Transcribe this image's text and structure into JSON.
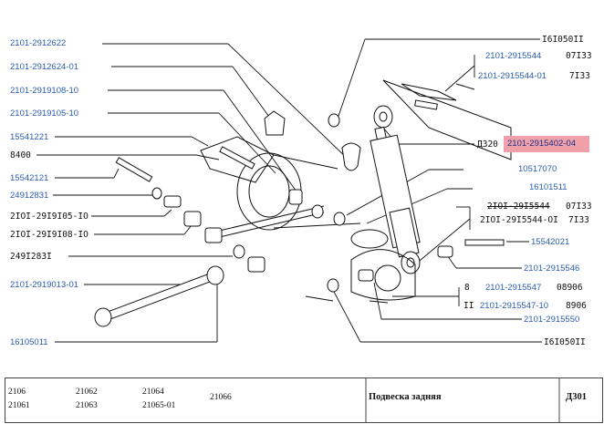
{
  "labels_left": {
    "l1": "2101-2912622",
    "l2": "2101-2912624-01",
    "l3": "2101-2919108-10",
    "l4": "2101-2919105-10",
    "l5": "15541221",
    "l6": "8400",
    "l7": "15542121",
    "l8": "24912831",
    "l9": "2IOI-29I9I05-IO",
    "l10": "2IOI-29I9I08-IO",
    "l11": "249I283I",
    "l12": "2101-2919013-01",
    "l13": "16105011"
  },
  "labels_right": {
    "r1": "I6I050II",
    "r2": "2101-2915544",
    "r2b": "07I33",
    "r3": "2101-2915544-01",
    "r3b": "7I33",
    "r4": "Д320",
    "r5": "2101-2915402-04",
    "r6": "10517070",
    "r7": "16101511",
    "r8": "2IOI-29I5544",
    "r8b": "07I33",
    "r9": "2IOI-29I5544-OI",
    "r9b": "7I33",
    "r10": "15542021",
    "r11": "2101-2915546",
    "r12": "8",
    "r13": "2101-2915547",
    "r13b": "08906",
    "r14": "II",
    "r15": "2101-2915547-10",
    "r15b": "8906",
    "r16": "2101-2915550",
    "r17": "I6I050II"
  },
  "footer": {
    "m1": "2106",
    "m2": "21061",
    "m3": "21062",
    "m4": "21063",
    "m5": "21064",
    "m6": "21065-01",
    "m7": "21066",
    "title": "Подвеска задняя",
    "code": "Д301"
  },
  "colors": {
    "label_blue": "#2a5db0",
    "highlight": "#f0a0a8"
  }
}
